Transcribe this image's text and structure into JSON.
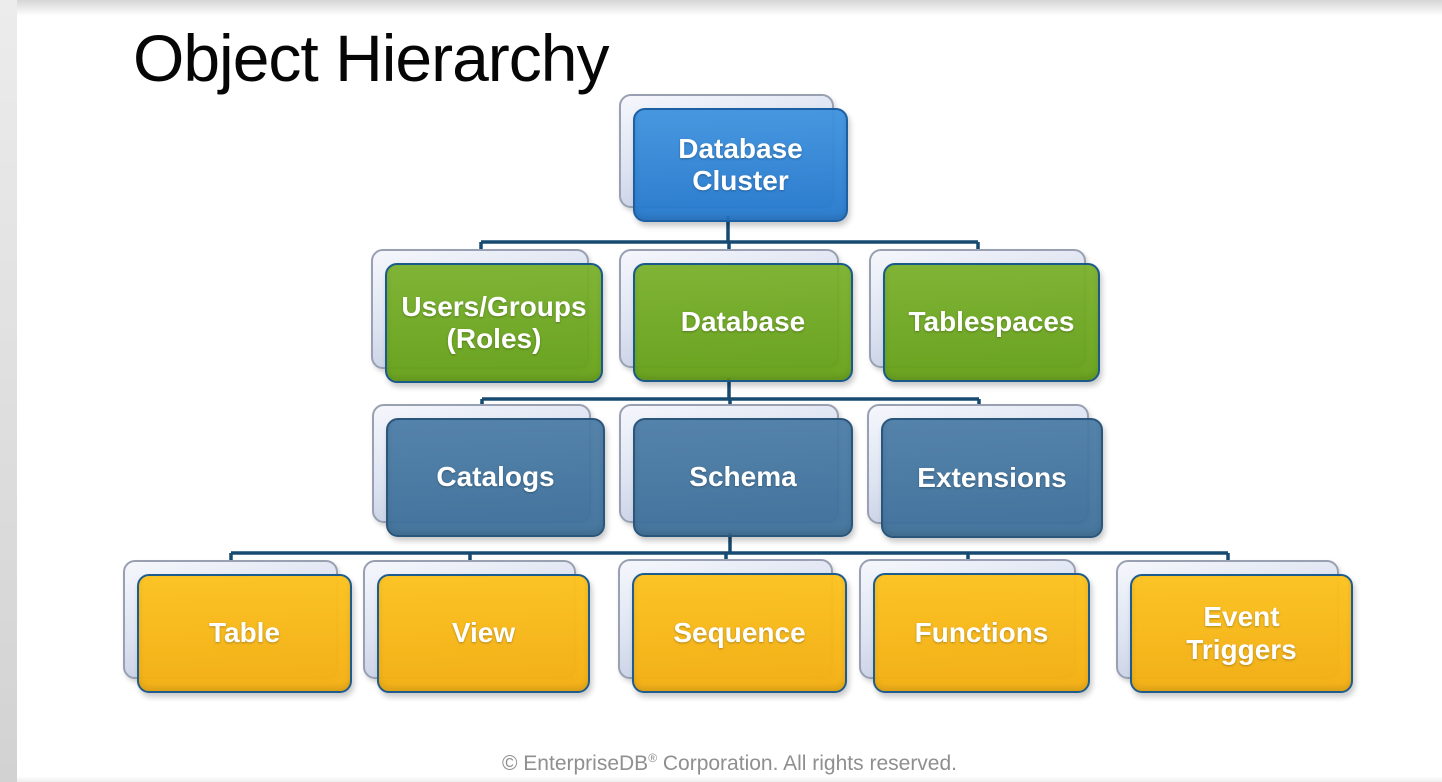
{
  "slide": {
    "title": "Object Hierarchy",
    "footer_prefix": "© EnterpriseDB",
    "footer_reg": "®",
    "footer_suffix": " Corporation. All rights reserved."
  },
  "nodes": {
    "database_cluster": {
      "label": "Database\nCluster",
      "level": 1,
      "color": "#2e82d2"
    },
    "users_groups": {
      "label": "Users/Groups\n(Roles)",
      "level": 2,
      "color": "#6ba31d"
    },
    "database": {
      "label": "Database",
      "level": 2,
      "color": "#6ba31d"
    },
    "tablespaces": {
      "label": "Tablespaces",
      "level": 2,
      "color": "#6ba31d"
    },
    "catalogs": {
      "label": "Catalogs",
      "level": 3,
      "color": "#41729c"
    },
    "schema": {
      "label": "Schema",
      "level": 3,
      "color": "#41729c"
    },
    "extensions": {
      "label": "Extensions",
      "level": 3,
      "color": "#41729c"
    },
    "table": {
      "label": "Table",
      "level": 4,
      "color": "#fbbb16"
    },
    "view": {
      "label": "View",
      "level": 4,
      "color": "#fbbb16"
    },
    "sequence": {
      "label": "Sequence",
      "level": 4,
      "color": "#fbbb16"
    },
    "functions": {
      "label": "Functions",
      "level": 4,
      "color": "#fbbb16"
    },
    "event_triggers": {
      "label": "Event\nTriggers",
      "level": 4,
      "color": "#fbbb16"
    }
  },
  "hierarchy": {
    "root": "Database Cluster",
    "children": [
      {
        "name": "Users/Groups (Roles)"
      },
      {
        "name": "Database",
        "children": [
          {
            "name": "Catalogs"
          },
          {
            "name": "Schema",
            "children": [
              {
                "name": "Table"
              },
              {
                "name": "View"
              },
              {
                "name": "Sequence"
              },
              {
                "name": "Functions"
              },
              {
                "name": "Event Triggers"
              }
            ]
          },
          {
            "name": "Extensions"
          }
        ]
      },
      {
        "name": "Tablespaces"
      }
    ]
  },
  "colors": {
    "level1_blue": "#2e82d2",
    "level2_green": "#6ba31d",
    "level3_steel": "#41729c",
    "level4_amber": "#fbbb16",
    "connector_navy": "#174a70",
    "stacked_card": "#c9d2e6",
    "footer_gray": "#8f8f8f"
  }
}
